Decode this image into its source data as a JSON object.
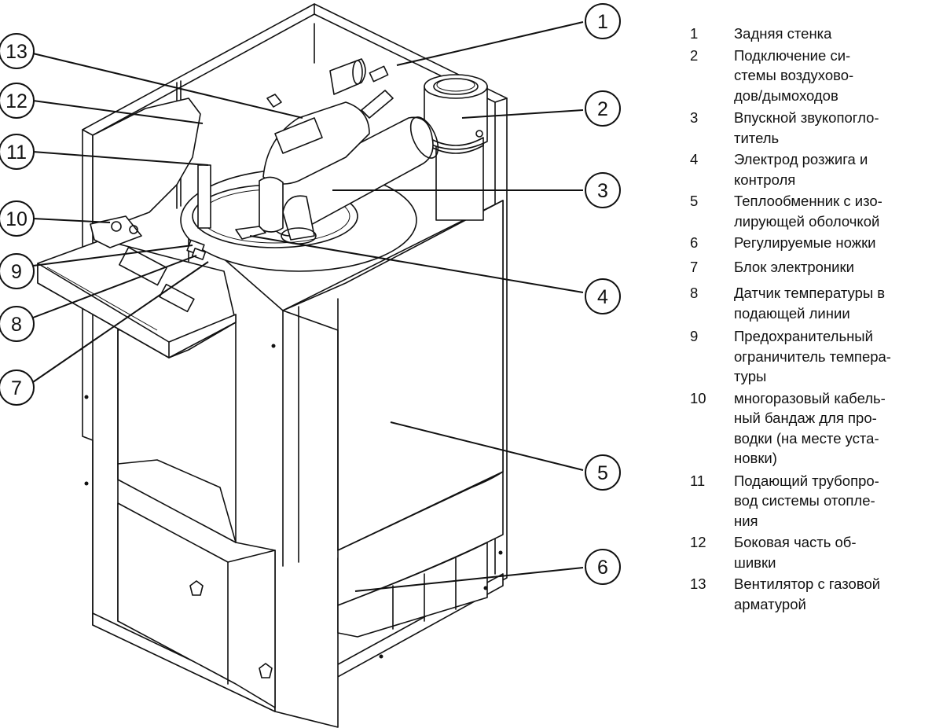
{
  "diagram": {
    "subject": "Gas boiler internal component layout",
    "callouts": [
      {
        "num": "1"
      },
      {
        "num": "2"
      },
      {
        "num": "3"
      },
      {
        "num": "4"
      },
      {
        "num": "5"
      },
      {
        "num": "6"
      },
      {
        "num": "7"
      },
      {
        "num": "8"
      },
      {
        "num": "9"
      },
      {
        "num": "10"
      },
      {
        "num": "11"
      },
      {
        "num": "12"
      },
      {
        "num": "13"
      }
    ]
  },
  "legend": [
    {
      "num": "1",
      "lines": [
        "Задняя стенка"
      ]
    },
    {
      "num": "2",
      "lines": [
        "Подключение си-",
        "стемы воздухово-",
        "дов/дымоходов"
      ]
    },
    {
      "num": "3",
      "lines": [
        "Впускной звукопогло-",
        "титель"
      ]
    },
    {
      "num": "4",
      "lines": [
        "Электрод розжига и",
        "контроля"
      ]
    },
    {
      "num": "5",
      "lines": [
        "Теплообменник с изо-",
        "лирующей оболочкой"
      ]
    },
    {
      "num": "6",
      "lines": [
        "Регулируемые ножки"
      ]
    },
    {
      "num": "7",
      "lines": [
        "Блок электроники"
      ]
    },
    {
      "num": "8",
      "lines": [
        "Датчик температуры в",
        "подающей линии"
      ]
    },
    {
      "num": "9",
      "lines": [
        "Предохранительный",
        "ограничитель темпера-",
        "туры"
      ]
    },
    {
      "num": "10",
      "lines": [
        "многоразовый кабель-",
        "ный бандаж для про-",
        "водки (на месте уста-",
        "новки)"
      ]
    },
    {
      "num": "11",
      "lines": [
        "Подающий трубопро-",
        "вод системы отопле-",
        "ния"
      ]
    },
    {
      "num": "12",
      "lines": [
        "Боковая часть об-",
        "шивки"
      ]
    },
    {
      "num": "13",
      "lines": [
        "Вентилятор с газовой",
        "арматурой"
      ]
    }
  ]
}
